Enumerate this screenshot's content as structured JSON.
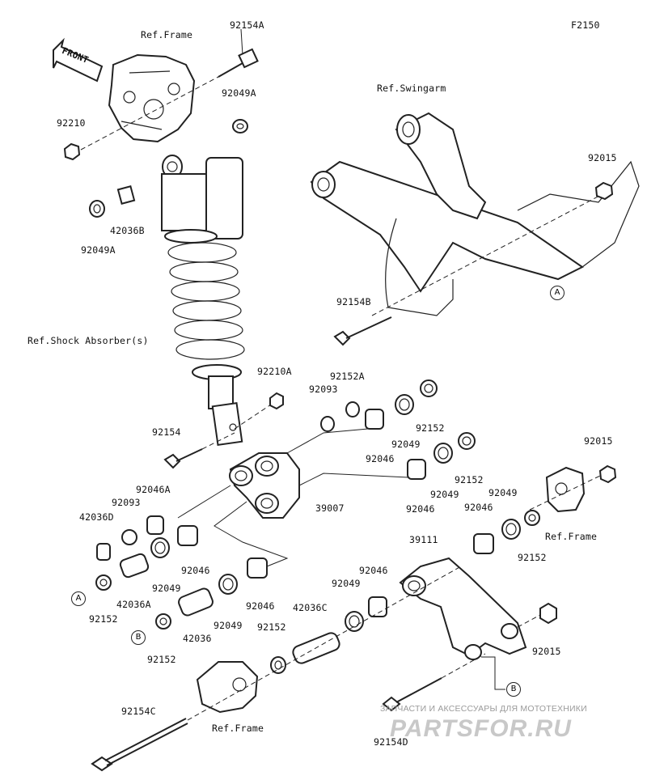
{
  "diagram_code": "F2150",
  "front_label": "FRONT",
  "labels": {
    "p92154A": "92154A",
    "ref_frame_top": "Ref.Frame",
    "p92049A_top": "92049A",
    "p92210": "92210",
    "p42036B": "42036B",
    "p92049A_left": "92049A",
    "ref_swingarm": "Ref.Swingarm",
    "p92015_top": "92015",
    "p92154B": "92154B",
    "ref_shock": "Ref.Shock Absorber(s)",
    "p92210A": "92210A",
    "p92152A": "92152A",
    "p92093_mid": "92093",
    "p92152_a": "92152",
    "p92049_a": "92049",
    "p92046_a": "92046",
    "p92154": "92154",
    "p92152_b": "92152",
    "p92049_b": "92049",
    "p92046_b": "92046",
    "p92015_right": "92015",
    "p92046A": "92046A",
    "p92093_left": "92093",
    "p39007": "39007",
    "p92049_c": "92049",
    "p92046_c": "92046",
    "ref_frame_right": "Ref.Frame",
    "p42036D": "42036D",
    "p92152_c": "92152",
    "p92046_d": "92046",
    "p39111": "39111",
    "p92049_d": "92049",
    "p42036A": "42036A",
    "p92046_e": "92046",
    "p92049_e": "92049",
    "p92152_left": "92152",
    "p92049_f": "92049",
    "p92046_f": "92046",
    "p42036": "42036",
    "p42036C": "42036C",
    "p92015_bottom": "92015",
    "p92152_bl": "92152",
    "p92152_mid": "92152",
    "p92154C": "92154C",
    "ref_frame_bottom": "Ref.Frame",
    "p92154D": "92154D"
  },
  "refs": {
    "a1": "A",
    "a2": "A",
    "b1": "B",
    "b2": "B"
  },
  "watermark": {
    "line1": "ЗАПЧАСТИ И АКСЕССУАРЫ ДЛЯ МОТОТЕХНИКИ",
    "line2": "PARTSFOR.RU"
  }
}
